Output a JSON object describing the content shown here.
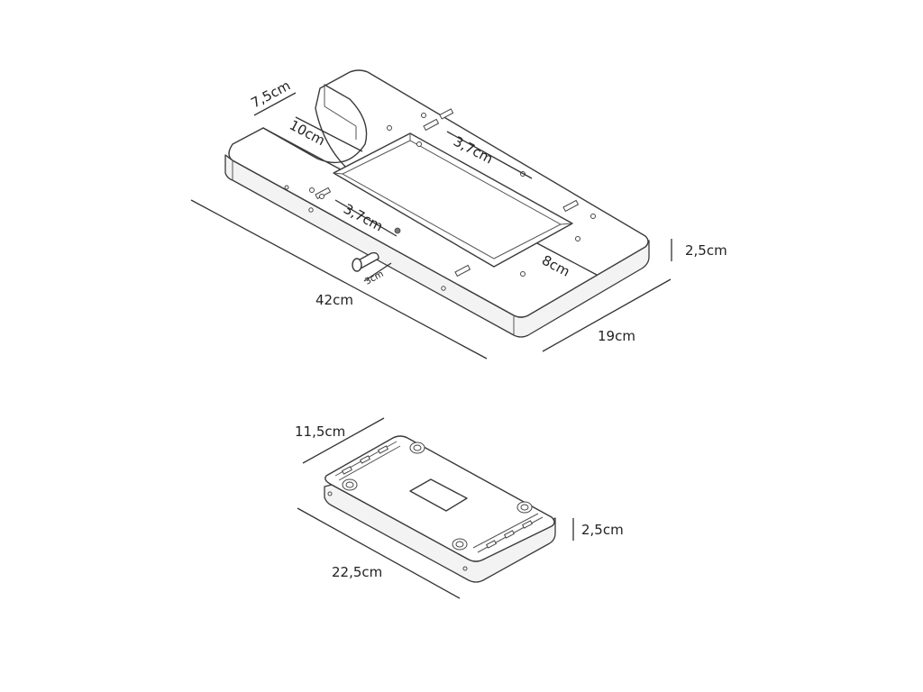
{
  "drawing": {
    "large_plate": {
      "dim_top_width": "7,5cm",
      "dim_cutout": "10cm",
      "dim_slot_top": "3,7cm",
      "dim_slot_bottom": "3,7cm",
      "dim_window": "8cm",
      "dim_pin": "3cm",
      "dim_length": "42cm",
      "dim_width": "19cm",
      "dim_height": "2,5cm"
    },
    "small_plate": {
      "dim_width": "11,5cm",
      "dim_length": "22,5cm",
      "dim_height": "2,5cm"
    }
  }
}
